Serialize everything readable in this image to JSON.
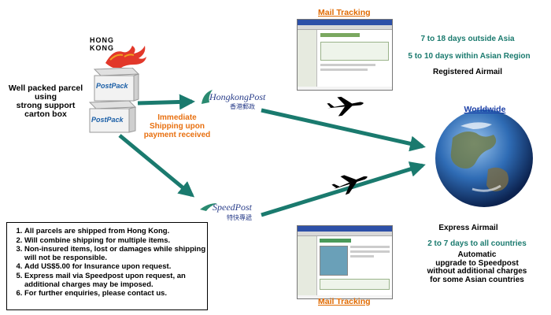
{
  "origin": {
    "hk_logo_line1": "HONG",
    "hk_logo_line2": "KONG",
    "parcel_label": [
      "Well packed parcel",
      "using",
      "strong support",
      "carton box"
    ],
    "box_brand": "PostPack"
  },
  "hongkong_post": {
    "name": "HongkongPost",
    "chinese": "香港郵政"
  },
  "speedpost": {
    "name": "SpeedPost",
    "chinese": "特快專遞"
  },
  "shipping_note": [
    "Immediate",
    "Shipping upon",
    "payment received"
  ],
  "tracking_top": {
    "label": "Mail Tracking"
  },
  "tracking_bottom": {
    "label": "Mail Tracking"
  },
  "registered": {
    "line1": "7 to 18 days outside Asia",
    "line2": "5 to 10 days within Asian Region",
    "service": "Registered Airmail"
  },
  "worldwide": {
    "label": "Worldwide"
  },
  "express": {
    "service": "Express Airmail",
    "days": "2 to 7 days to all countries",
    "upgrade": [
      "Automatic",
      "upgrade to Speedpost",
      "without additional charges",
      "for some Asian countries"
    ]
  },
  "notes": [
    "All parcels are shipped from Hong Kong.",
    "Will combine shipping for multiple items.",
    "Non-insured items, lost or damages while shipping will not be responsible.",
    "Add US$5.00 for Insurance upon request.",
    "Express mail via Speedpost upon request, an additional charges may be imposed.",
    "For further enquiries, please contact us."
  ],
  "colors": {
    "arrow": "#1a7a6e",
    "teal_text": "#1a7a6e",
    "orange_text": "#e87010",
    "link_blue": "#1a3ea6"
  }
}
